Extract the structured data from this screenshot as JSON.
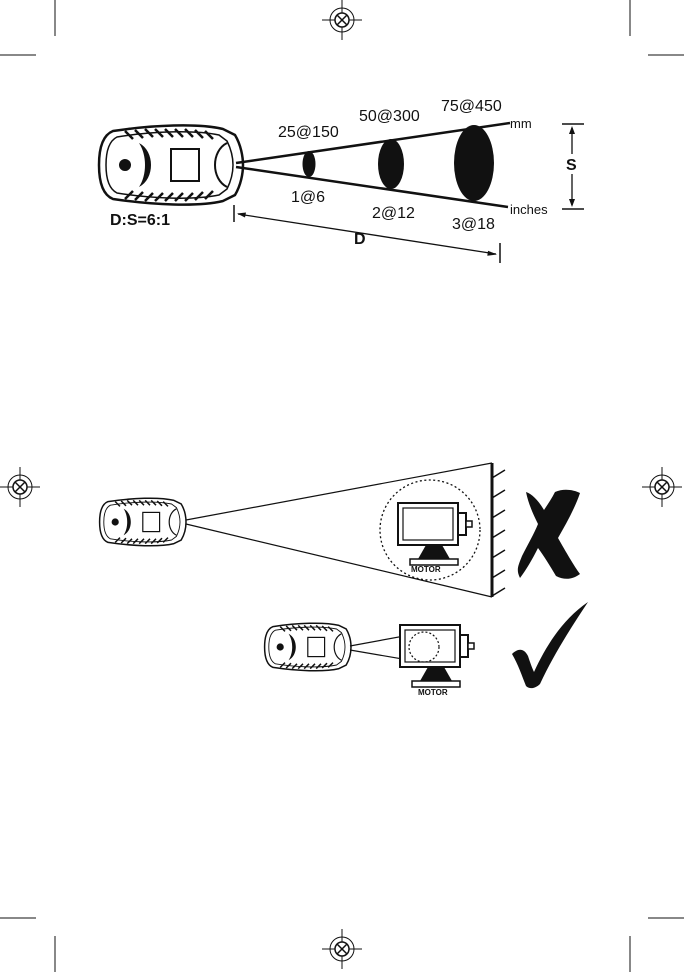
{
  "top_diagram": {
    "ratio_label": "D:S=6:1",
    "distance_label": "D",
    "spot_label": "S",
    "units_mm": "mm",
    "units_inches": "inches",
    "spots_mm": [
      "25@150",
      "50@300",
      "75@450"
    ],
    "spots_in": [
      "1@6",
      "2@12",
      "3@18"
    ]
  },
  "bottom_diagram": {
    "motor_label_wrong": "MOTOR",
    "motor_label_right": "MOTOR",
    "wrong_mark": "cross",
    "right_mark": "check"
  },
  "icons": [
    "registration-mark-icon",
    "thermometer-device-icon",
    "motor-icon",
    "cross-mark-icon",
    "check-mark-icon"
  ]
}
